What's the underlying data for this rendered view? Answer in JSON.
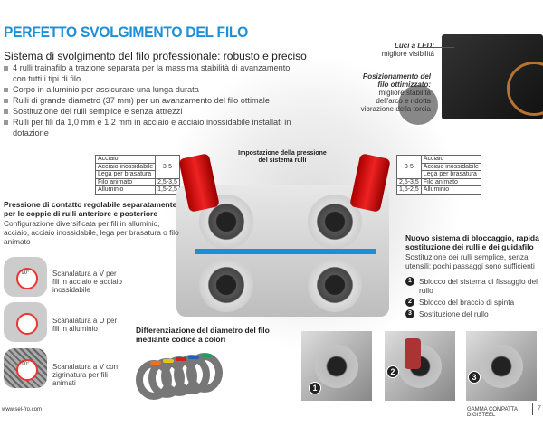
{
  "title": "PERFETTO SVOLGIMENTO DEL FILO",
  "subtitle": "Sistema di svolgimento del filo professionale: robusto e preciso",
  "bullets": [
    "4 rulli trainafilo a trazione separata per la massima stabilità di avanzamento con tutti i tipi di filo",
    "Corpo in alluminio per assicurare una lunga durata",
    "Rulli di grande diametro (37 mm) per un avanzamento del filo ottimale",
    "Sostituzione dei rulli semplice e senza attrezzi",
    "Rulli per fili da 1,0 mm e 1,2 mm in acciaio e acciaio inossidabile installati in dotazione"
  ],
  "led": {
    "title": "Luci a LED:",
    "text": "migliore visibilità"
  },
  "position": {
    "title": "Posizionamento del filo ottimizzato:",
    "text": "migliore stabilità dell'arco e ridotta vibrazione della torcia"
  },
  "pressure_label": "Impostazione della pressione del sistema rulli",
  "pressure_table": {
    "rows": [
      {
        "material": "Acciaio",
        "value": "3-5"
      },
      {
        "material": "Acciaio inossidabile",
        "value": ""
      },
      {
        "material": "Lega per brasatura",
        "value": ""
      },
      {
        "material": "Filo animato",
        "value": "2,5-3,5"
      },
      {
        "material": "Alluminio",
        "value": "1,5-2,5"
      }
    ]
  },
  "pressure_section": {
    "title": "Pressione di contatto regolabile separatamente per le coppie di rulli anteriore e posteriore",
    "text": "Configurazione diversificata per fili in alluminio, acciaio, acciaio inossidabile, lega per brasatura o filo animato"
  },
  "grooves": [
    {
      "angle": "90°",
      "text": "Scanalatura a V per fili in acciaio e acciaio inossidabile"
    },
    {
      "text": "Scanalatura a U per fili in alluminio"
    },
    {
      "angle": "90°",
      "text": "Scanalatura a V con zigrinatura per fili animati"
    }
  ],
  "locking": {
    "title": "Nuovo sistema di bloccaggio, rapida sostituzione dei rulli e dei guidafilo",
    "text": "Sostituzione dei rulli semplice, senza utensili: pochi passaggi sono sufficienti",
    "steps": [
      {
        "n": "1",
        "text": "Sblocco del sistema di fissaggio del rullo"
      },
      {
        "n": "2",
        "text": "Sblocco del braccio di spinta"
      },
      {
        "n": "3",
        "text": "Sostituzione del rullo"
      }
    ]
  },
  "diameter": {
    "title": "Differenziazione del diametro del filo mediante codice a colori",
    "colors": [
      "#f07020",
      "#e8c020",
      "#d02020",
      "#2060c0",
      "#20a060"
    ]
  },
  "footer": {
    "website": "www.sel-fro.com",
    "product": "GAMMA COMPATTA DIGISTEEL",
    "page": "7"
  }
}
